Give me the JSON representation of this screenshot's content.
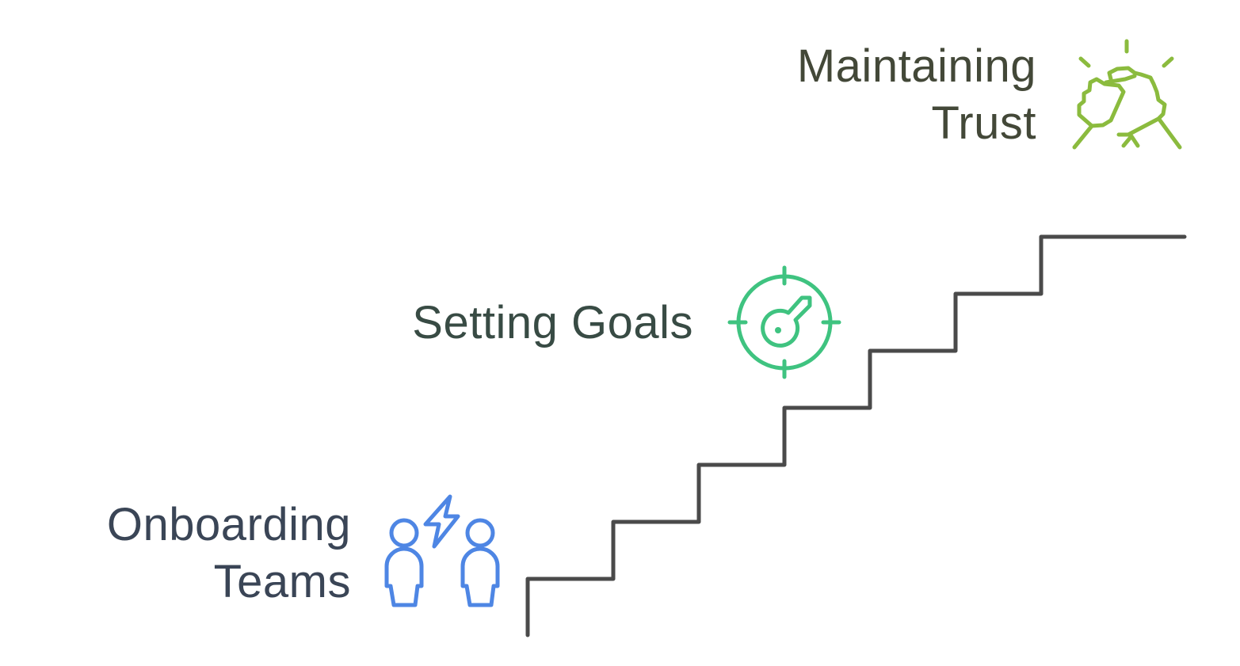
{
  "diagram": {
    "type": "staircase",
    "steps": [
      {
        "id": "onboarding",
        "lines": [
          "Onboarding",
          "Teams"
        ],
        "icon": "people-conflict-icon",
        "text_color": "#3a4556",
        "icon_color": "#4e86e4"
      },
      {
        "id": "goals",
        "lines": [
          "Setting Goals"
        ],
        "icon": "target-key-icon",
        "text_color": "#384b44",
        "icon_color": "#3fc380"
      },
      {
        "id": "trust",
        "lines": [
          "Maintaining",
          "Trust"
        ],
        "icon": "handshake-icon",
        "text_color": "#434838",
        "icon_color": "#8bbb3e"
      }
    ],
    "stair_color": "#4a4a4a"
  }
}
